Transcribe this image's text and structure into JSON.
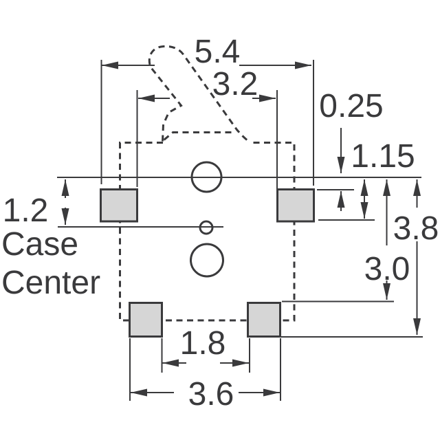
{
  "drawing": {
    "type": "component-land-pattern",
    "background": "#ffffff",
    "ink_color": "#3a3a3c",
    "pad_fill": "#d6d6d6",
    "labels": {
      "case_center_line1": "Case",
      "case_center_line2": "Center"
    },
    "dimensions": {
      "upper_pads_outer_width": "5.4",
      "upper_pads_inner_width": "3.2",
      "baseline_to_upper_pad_top": "0.25",
      "baseline_to_upper_pad_bottom": "1.15",
      "baseline_to_case_center": "1.2",
      "lower_pads_inner_gap": "1.8",
      "lower_pads_outer_width": "3.6",
      "baseline_to_lower_pad_top": "3.0",
      "baseline_to_lower_pad_bottom": "3.8"
    }
  }
}
